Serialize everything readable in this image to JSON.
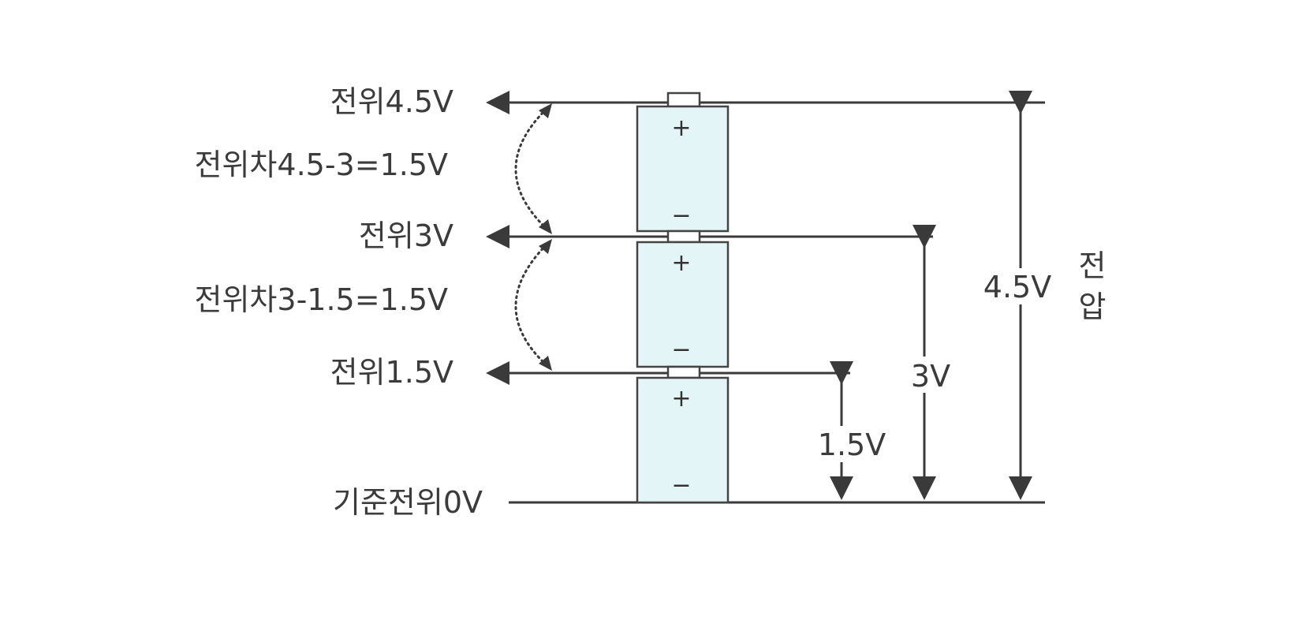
{
  "labels": {
    "potential_top": "전위4.5V",
    "potential_mid": "전위3V",
    "potential_low": "전위1.5V",
    "potential_ref": "기준전위0V",
    "diff_upper": "전위차4.5-3=1.5V",
    "diff_lower": "전위차3-1.5=1.5V",
    "voltage_1_5": "1.5V",
    "voltage_3": "3V",
    "voltage_4_5": "4.5V",
    "voltage_word_1": "전",
    "voltage_word_2": "압"
  },
  "battery": {
    "plus": "+",
    "minus": "−"
  },
  "colors": {
    "cell_fill": "#e4f5f8",
    "line": "#3a3a3a"
  }
}
